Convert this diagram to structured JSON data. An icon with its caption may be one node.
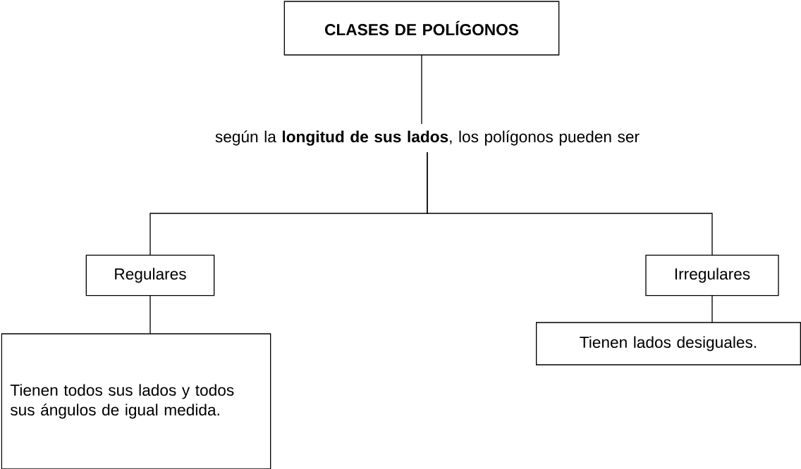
{
  "diagram": {
    "nodes": [
      {
        "text": [
          "CLASES DE POLÍGONOS"
        ]
      },
      {
        "text": [
          "según la **longitud de sus lados**, los polígonos pueden ser"
        ]
      },
      {
        "text": [
          "Regulares"
        ]
      },
      {
        "text": [
          "Irregulares"
        ]
      },
      {
        "text": [
          "Tienen todos sus lados y todos sus ángulos de igual medida."
        ]
      },
      {
        "text": [
          "Tienen lados desiguales."
        ]
      }
    ],
    "edges": [
      {
        "from": 0,
        "to": 1,
        "arrow": "none"
      },
      {
        "from": 1,
        "to": 2,
        "arrow": "none"
      },
      {
        "from": 1,
        "to": 3,
        "arrow": "none"
      },
      {
        "from": 2,
        "to": 4,
        "arrow": "none"
      },
      {
        "from": 3,
        "to": 5,
        "arrow": "none"
      }
    ]
  }
}
